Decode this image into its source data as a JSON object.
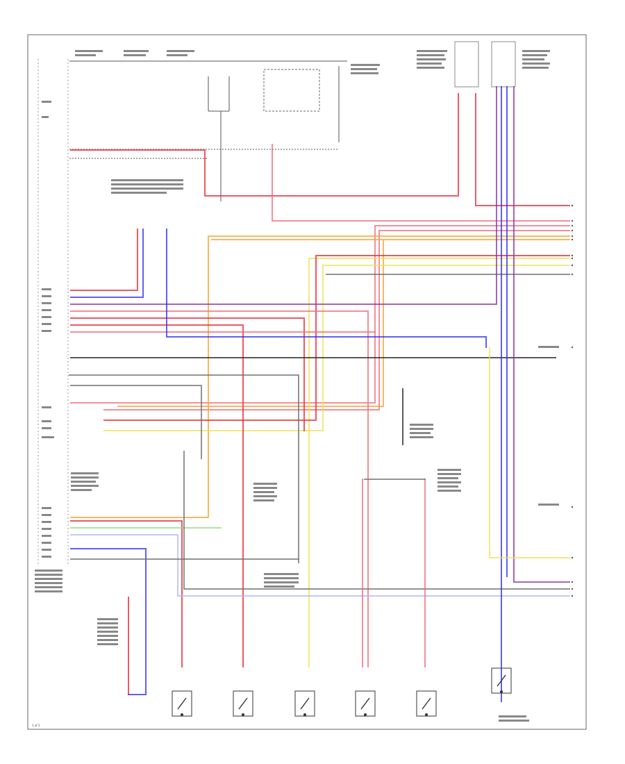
{
  "colors": {
    "red": "#e8212b",
    "pink": "#f06878",
    "blue": "#2a2af5",
    "purple": "#8a2fa8",
    "orange": "#f5a030",
    "yellow": "#f0e048",
    "gray": "#6f6f6f",
    "black": "#222222",
    "green": "#8ee07a",
    "lightblue": "#a8b8f8"
  },
  "labels": {
    "footer_code": "1 of 2"
  },
  "components": [
    {
      "id": "switch-1",
      "icon": "switch-icon"
    },
    {
      "id": "switch-2",
      "icon": "switch-icon"
    },
    {
      "id": "switch-3",
      "icon": "switch-icon"
    },
    {
      "id": "switch-4",
      "icon": "switch-icon"
    },
    {
      "id": "switch-5",
      "icon": "switch-icon"
    },
    {
      "id": "switch-6",
      "icon": "switch-icon"
    }
  ]
}
